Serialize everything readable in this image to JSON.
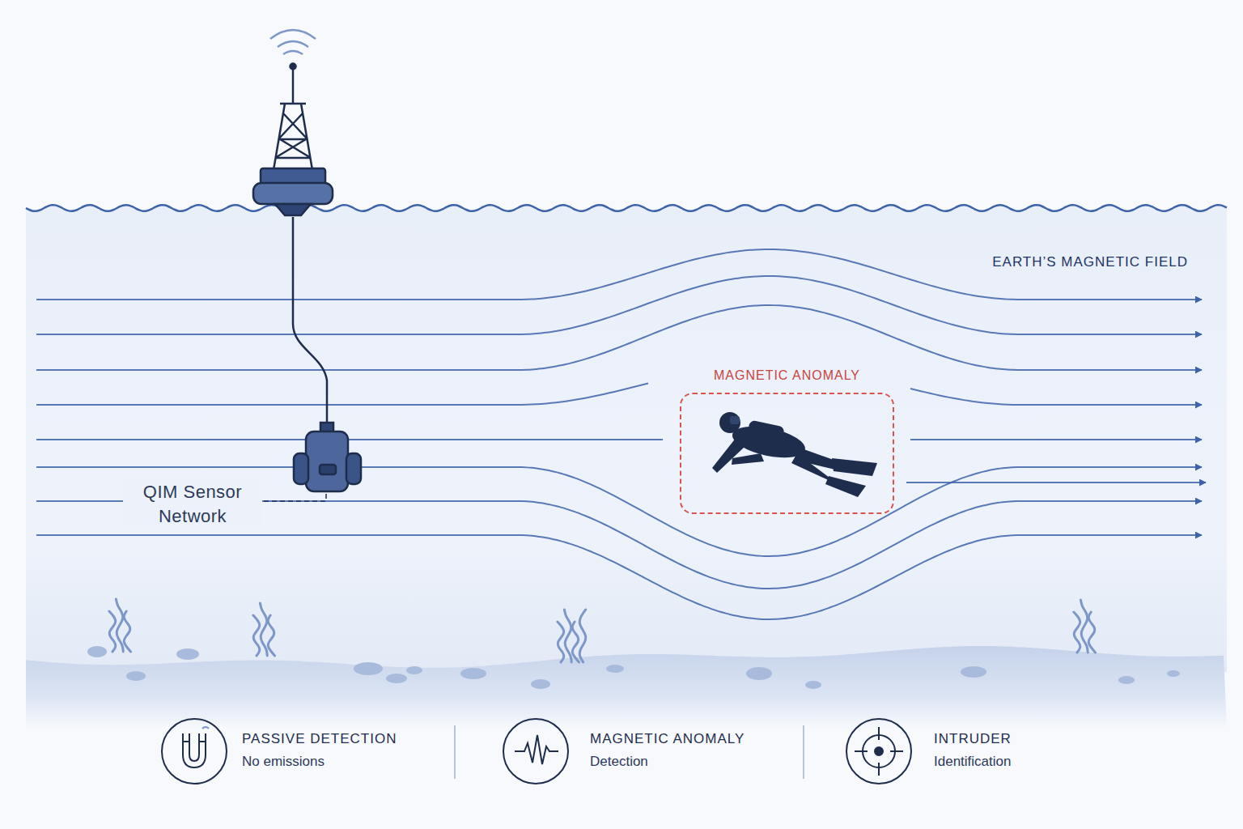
{
  "diagram": {
    "nodes": [
      {
        "text": [
          "MAGNETIC ANOMALY"
        ]
      }
    ],
    "labels": [
      "EARTH’S MAGNETIC FIELD",
      "QIM Sensor Network",
      "PASSIVE DETECTION",
      "No emissions",
      "MAGNETIC ANOMALY",
      "Detection",
      "INTRUDER",
      "Identification"
    ]
  }
}
